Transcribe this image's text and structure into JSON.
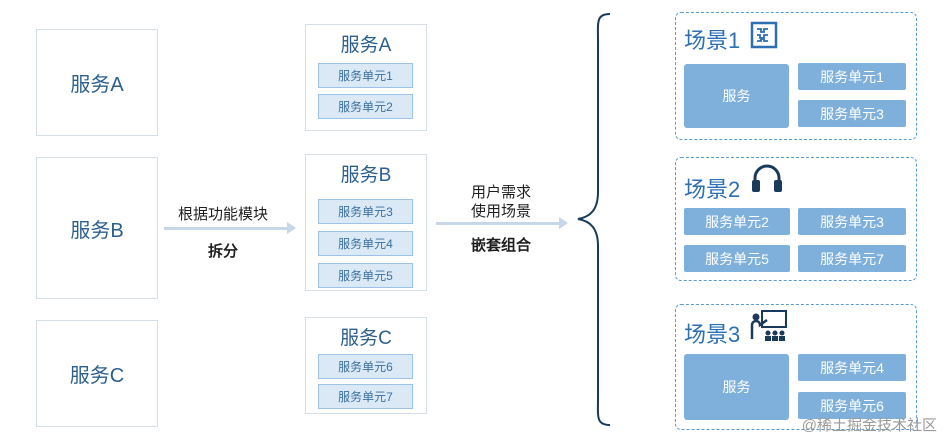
{
  "left": {
    "services": [
      "服务A",
      "服务B",
      "服务C"
    ]
  },
  "split": {
    "label_top": "根据功能模块",
    "label_bottom": "拆分"
  },
  "middle": {
    "groups": [
      {
        "title": "服务A",
        "units": [
          "服务单元1",
          "服务单元2"
        ]
      },
      {
        "title": "服务B",
        "units": [
          "服务单元3",
          "服务单元4",
          "服务单元5"
        ]
      },
      {
        "title": "服务C",
        "units": [
          "服务单元6",
          "服务单元7"
        ]
      }
    ]
  },
  "combine": {
    "label_line1": "用户需求",
    "label_line2": "使用场景",
    "label_bottom": "嵌套组合"
  },
  "scenes": [
    {
      "title": "场景1",
      "icon": "puzzle-icon",
      "service": "服务",
      "units": [
        "服务单元1",
        "服务单元3"
      ]
    },
    {
      "title": "场景2",
      "icon": "headset-icon",
      "units": [
        "服务单元2",
        "服务单元3",
        "服务单元5",
        "服务单元7"
      ]
    },
    {
      "title": "场景3",
      "icon": "presentation-icon",
      "service": "服务",
      "units": [
        "服务单元4",
        "服务单元6"
      ]
    }
  ],
  "colors": {
    "accent": "#5b9bd5",
    "unit_fill": "#7fb0dc",
    "light_unit_fill": "#dbe9f6",
    "text_blue": "#2c5f8e"
  },
  "watermark": "@稀土掘金技术社区"
}
